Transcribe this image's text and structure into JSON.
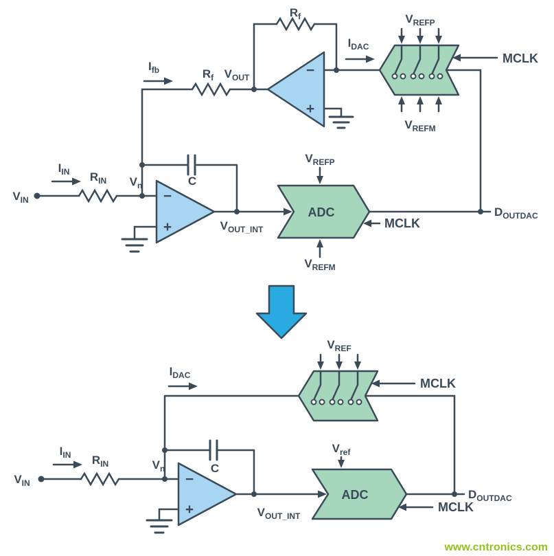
{
  "watermark": "www.cntronics.com",
  "colors": {
    "line": "#3a4a58",
    "opamp_fill": "#a8d6f2",
    "block_fill": "#a6d7bd",
    "transition_arrow_fill": "#29abe2",
    "watermark_color": "#8fc31f",
    "background": "#ffffff"
  },
  "symbols": {
    "minus": "−",
    "plus": "+"
  },
  "top": {
    "rf_feedback": {
      "main": "R",
      "sub": "f"
    },
    "ifb": {
      "main": "I",
      "sub": "fb"
    },
    "rf_input": {
      "main": "R",
      "sub": "f"
    },
    "vout": {
      "main": "V",
      "sub": "OUT"
    },
    "idac": {
      "main": "I",
      "sub": "DAC"
    },
    "dac_vrefp": {
      "main": "V",
      "sub": "REFP"
    },
    "dac_mclk": "MCLK",
    "dac_vrefm": {
      "main": "V",
      "sub": "REFM"
    },
    "iin": {
      "main": "I",
      "sub": "IN"
    },
    "rin": {
      "main": "R",
      "sub": "IN"
    },
    "vn": {
      "main": "V",
      "sub": "n"
    },
    "vin": {
      "main": "V",
      "sub": "IN"
    },
    "cap": "C",
    "adc_vrefp": {
      "main": "V",
      "sub": "REFP"
    },
    "adc_label": "ADC",
    "adc_mclk": "MCLK",
    "adc_vrefm": {
      "main": "V",
      "sub": "REFM"
    },
    "vout_int": {
      "main": "V",
      "sub": "OUT_INT"
    },
    "doutdac": {
      "main": "D",
      "sub": "OUTDAC"
    }
  },
  "bottom": {
    "idac": {
      "main": "I",
      "sub": "DAC"
    },
    "dac_vref": {
      "main": "V",
      "sub": "REF"
    },
    "dac_mclk": "MCLK",
    "iin": {
      "main": "I",
      "sub": "IN"
    },
    "rin": {
      "main": "R",
      "sub": "IN"
    },
    "vn": {
      "main": "V",
      "sub": "n"
    },
    "vin": {
      "main": "V",
      "sub": "IN"
    },
    "cap": "C",
    "adc_vref": {
      "main": "V",
      "sub": "ref"
    },
    "adc_label": "ADC",
    "adc_mclk": "MCLK",
    "vout_int": {
      "main": "V",
      "sub": "OUT_INT"
    },
    "doutdac": {
      "main": "D",
      "sub": "OUTDAC"
    }
  }
}
